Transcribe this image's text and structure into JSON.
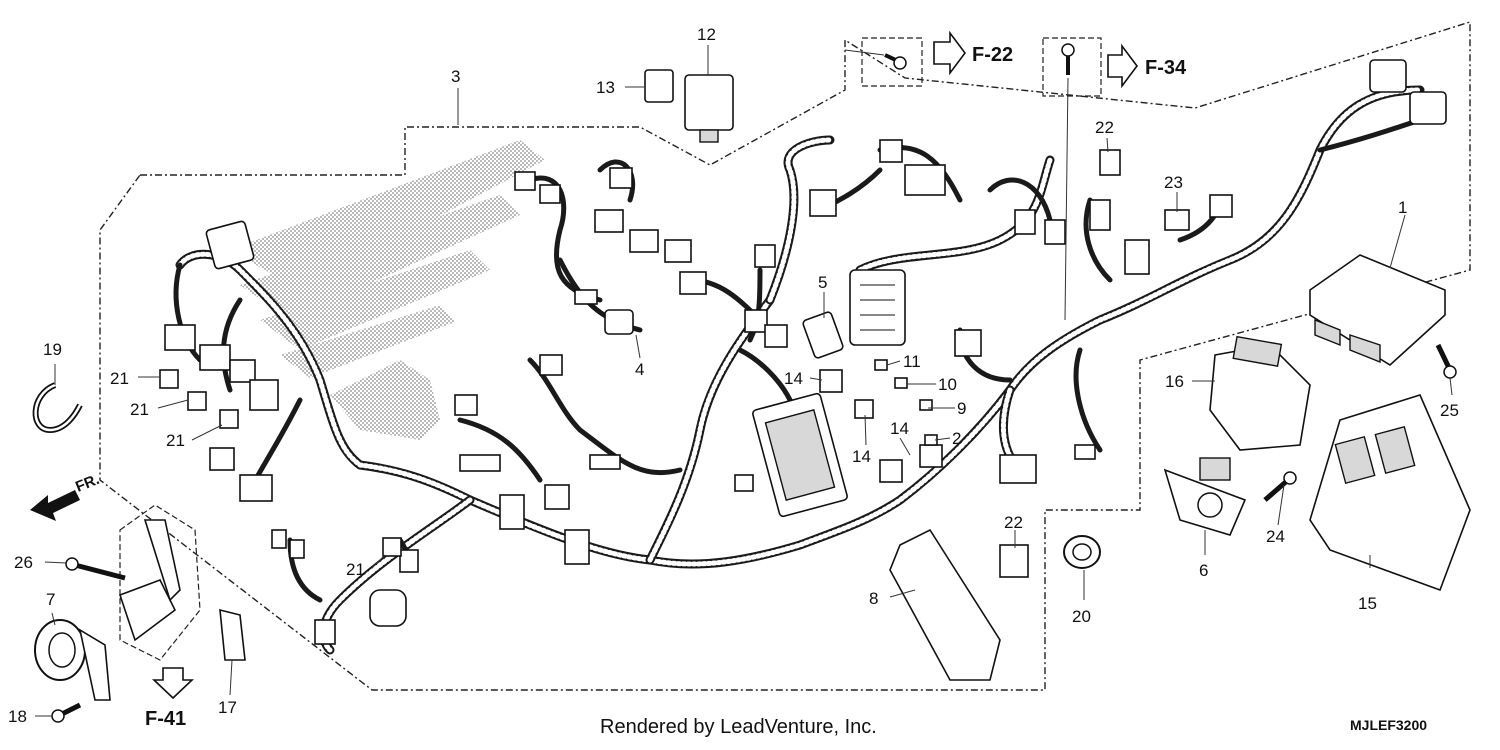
{
  "labels": {
    "l1": "1",
    "l2": "2",
    "l3": "3",
    "l4": "4",
    "l5": "5",
    "l6": "6",
    "l7": "7",
    "l8": "8",
    "l9": "9",
    "l10": "10",
    "l11": "11",
    "l12": "12",
    "l13": "13",
    "l14a": "14",
    "l14b": "14",
    "l14c": "14",
    "l15": "15",
    "l16": "16",
    "l17": "17",
    "l18": "18",
    "l19": "19",
    "l20": "20",
    "l21a": "21",
    "l21b": "21",
    "l21c": "21",
    "l21d": "21",
    "l22a": "22",
    "l22b": "22",
    "l23": "23",
    "l24": "24",
    "l25": "25",
    "l26": "26"
  },
  "refs": {
    "f22": "F-22",
    "f34": "F-34",
    "f41": "F-41"
  },
  "front_label": "FR.",
  "credit": "Rendered by LeadVenture, Inc.",
  "diagram_code": "MJLEF3200"
}
